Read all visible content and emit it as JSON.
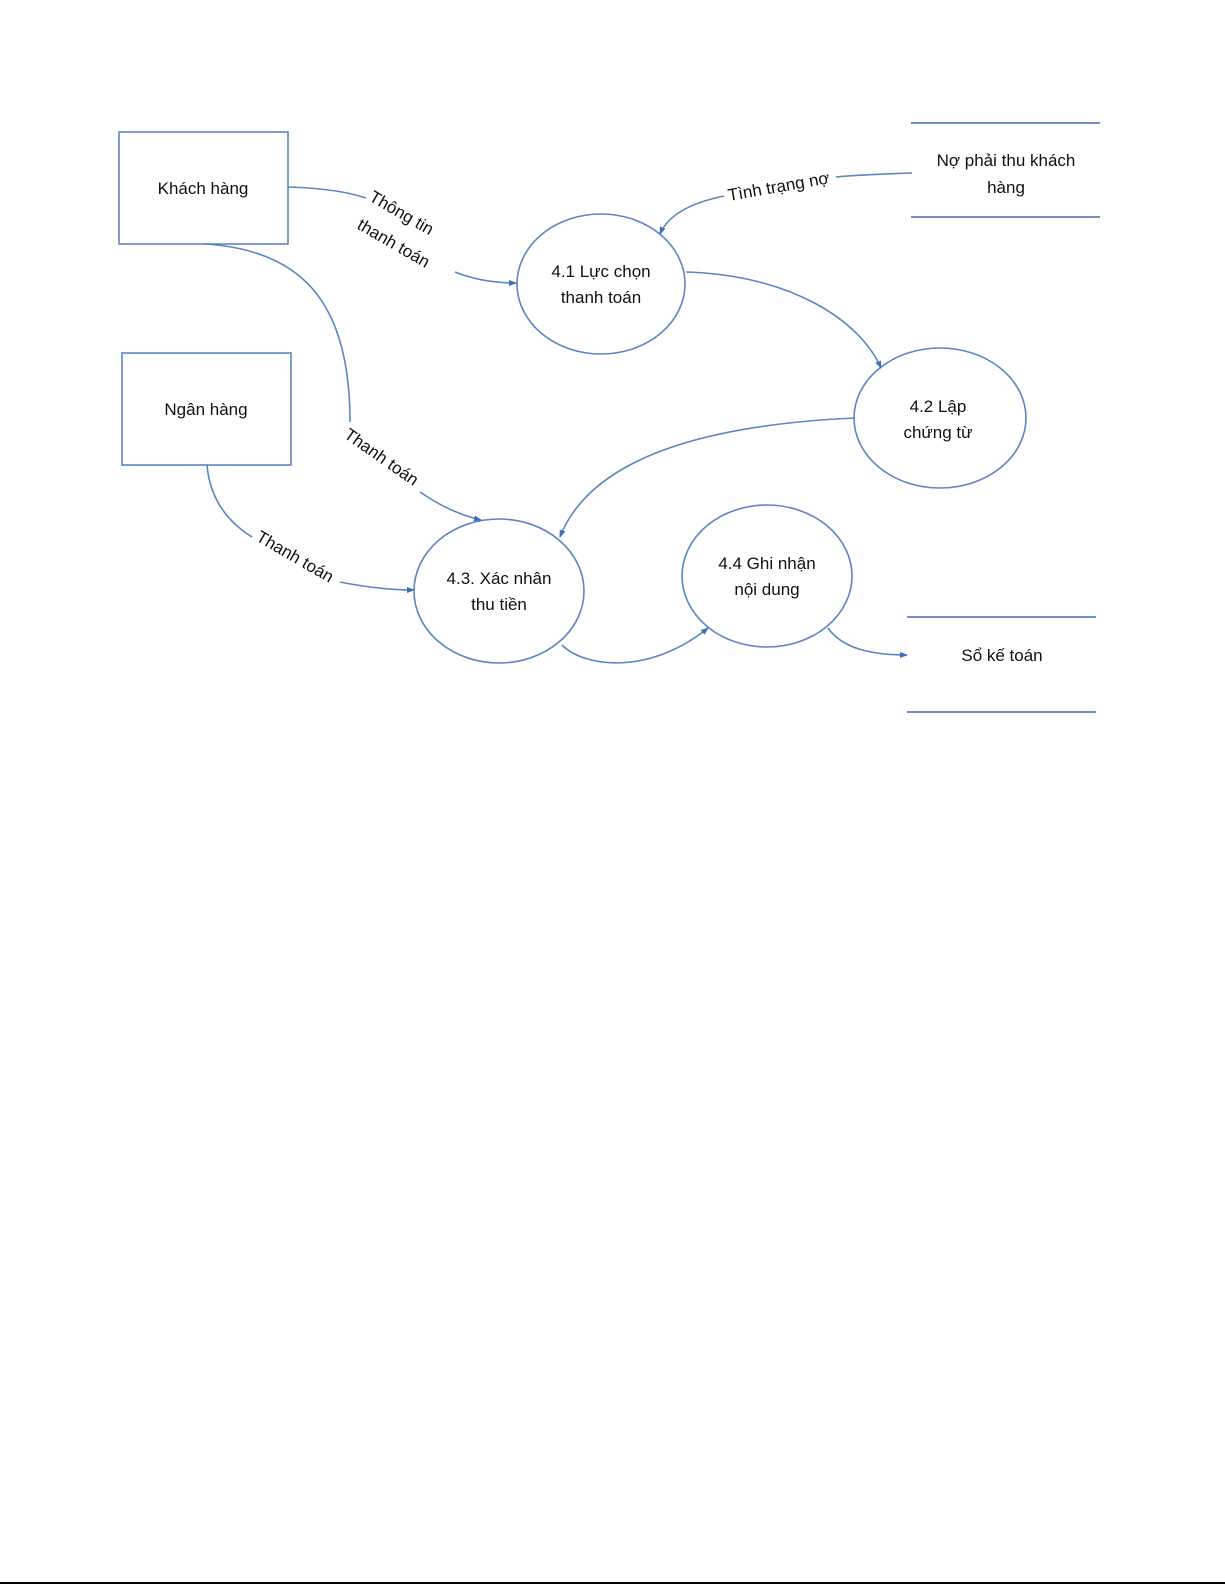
{
  "diagram": {
    "entities": {
      "customer": "Khách hàng",
      "bank": "Ngân hàng"
    },
    "stores": {
      "receivables": [
        "Nợ phải thu khách",
        "hàng"
      ],
      "ledger": "Sổ kế toán"
    },
    "processes": {
      "p41": [
        "4.1 Lực chọn",
        "thanh toán"
      ],
      "p42": [
        "4.2 Lập",
        "chứng từ"
      ],
      "p43": [
        "4.3. Xác nhân",
        "thu tiền"
      ],
      "p44": [
        "4.4 Ghi nhận",
        "nội dung"
      ]
    },
    "flows": {
      "payment_info": [
        "Thông tin",
        "thanh toán"
      ],
      "debt_status": "Tình trạng nợ",
      "customer_payment": "Thanh toán",
      "bank_payment": "Thanh toán"
    },
    "colors": {
      "line": "#5b86c4",
      "text": "#111111"
    }
  }
}
